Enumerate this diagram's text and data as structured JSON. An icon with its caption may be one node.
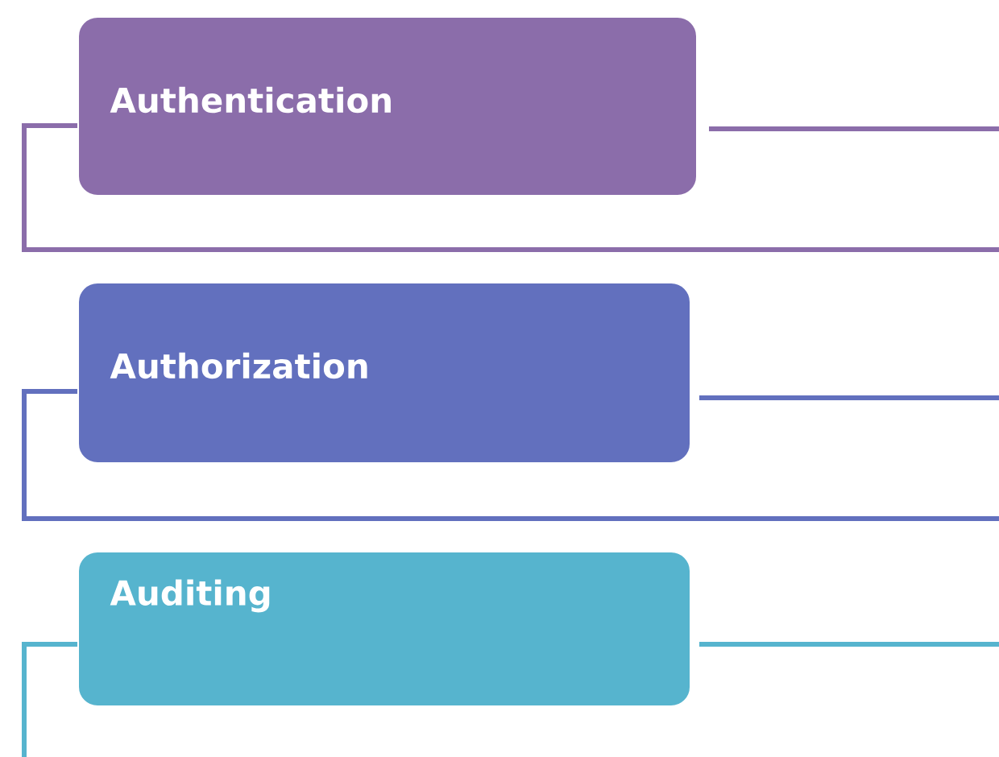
{
  "diagram": {
    "nodes": [
      {
        "text": [
          "Authentication"
        ]
      },
      {
        "text": [
          "Authorization"
        ]
      },
      {
        "text": [
          "Auditing"
        ]
      }
    ]
  }
}
